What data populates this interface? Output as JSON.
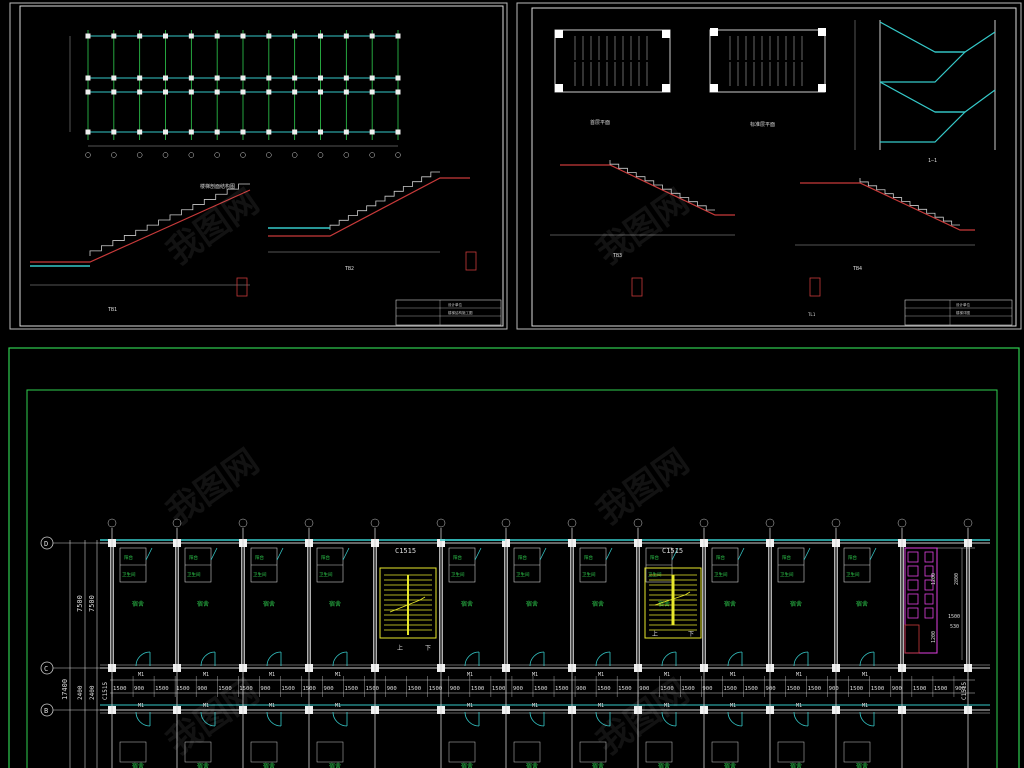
{
  "sheets": {
    "top_left": {
      "labels": {
        "stair_title": "楼梯剖面结构图",
        "tb1": "TB1",
        "tb2": "TB2"
      },
      "title_block": {
        "name": "设计单位",
        "drawing": "楼梯结构施工图"
      }
    },
    "top_right": {
      "labels": {
        "plan_first": "首层平面",
        "plan_std": "标准层平面",
        "section_11": "1—1",
        "tb3": "TB3",
        "tb4": "TB4",
        "tl1": "TL1"
      },
      "title_block": {
        "name": "设计单位",
        "drawing": "楼梯详图"
      }
    }
  },
  "floor_plan": {
    "axes": {
      "D": "D",
      "C": "C",
      "B": "B"
    },
    "overall_dims": {
      "total": "17400",
      "span_dc_outer": "7500",
      "span_dc_inner": "7500",
      "corridor_outer": "2400",
      "corridor_inner": "2400"
    },
    "windows": {
      "stair1": "C1515",
      "stair2": "C1515",
      "end": "C1515",
      "bottom_end": "C1515"
    },
    "stair_labels": {
      "up1": "上",
      "down1": "下",
      "up2": "上",
      "down2": "下"
    },
    "rooms": {
      "dorm": "宿舍",
      "wash": "盥洗",
      "bath": "卫生间",
      "bays": [
        "宿舍",
        "宿舍",
        "宿舍",
        "宿舍",
        "宿舍",
        "宿舍",
        "宿舍",
        "宿舍",
        "宿舍",
        "宿舍",
        "宿舍"
      ],
      "small_a": "阳台",
      "small_b": "卫生间"
    },
    "door_label": "M1",
    "dim_chain": [
      "1500",
      "900",
      "1500",
      "1500",
      "900",
      "1500",
      "1500",
      "900",
      "1500",
      "1500",
      "900",
      "1500",
      "1500",
      "900",
      "1500",
      "1500",
      "900",
      "1500",
      "1500",
      "900",
      "1500",
      "1500",
      "900",
      "1500",
      "1500",
      "900",
      "1500",
      "1500",
      "900",
      "1500",
      "1500",
      "900",
      "1500",
      "1500",
      "900",
      "1500",
      "1500",
      "900",
      "1500",
      "1500",
      "900"
    ],
    "toilet_dims": {
      "a": "1200",
      "b": "2800",
      "c": "1500",
      "d": "1200",
      "e": "530"
    }
  },
  "watermark": "我图网",
  "colors": {
    "line": "#e6e6e6",
    "green": "#2fcf4f",
    "cyan": "#35c9c9",
    "yellow": "#e8e82c",
    "magenta": "#e040e0",
    "red": "#c83a3a",
    "white": "#ffffff"
  }
}
